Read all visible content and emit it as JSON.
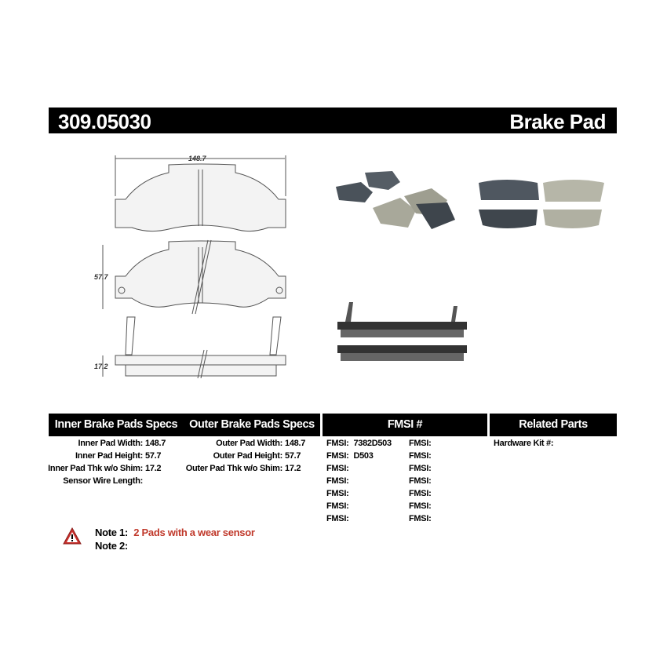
{
  "header": {
    "part_number": "309.05030",
    "category": "Brake Pad"
  },
  "drawing": {
    "width_dim": "148.7",
    "height_dim": "57.7",
    "thickness_dim": "17.2"
  },
  "table": {
    "headers": [
      "Inner Brake Pads Specs",
      "Outer Brake Pads Specs",
      "FMSI #",
      "Related Parts"
    ],
    "inner": [
      {
        "label": "Inner Pad Width:",
        "value": "148.7"
      },
      {
        "label": "Inner Pad Height:",
        "value": "57.7"
      },
      {
        "label": "Inner Pad Thk w/o Shim:",
        "value": "17.2"
      },
      {
        "label": "Sensor Wire Length:",
        "value": ""
      }
    ],
    "outer": [
      {
        "label": "Outer Pad Width:",
        "value": "148.7"
      },
      {
        "label": "Outer Pad Height:",
        "value": "57.7"
      },
      {
        "label": "Outer Pad Thk w/o Shim:",
        "value": "17.2"
      }
    ],
    "fmsi_label": "FMSI:",
    "fmsi_col1": [
      "7382D503",
      "D503",
      "",
      "",
      "",
      "",
      ""
    ],
    "fmsi_col2": [
      "",
      "",
      "",
      "",
      "",
      "",
      ""
    ],
    "related": [
      {
        "label": "Hardware Kit #:",
        "value": ""
      }
    ]
  },
  "notes": {
    "note1_label": "Note 1:",
    "note1_value": "2 Pads with a wear sensor",
    "note2_label": "Note 2:",
    "note2_value": ""
  },
  "colors": {
    "header_bg": "#000000",
    "note_red": "#c0392b"
  }
}
